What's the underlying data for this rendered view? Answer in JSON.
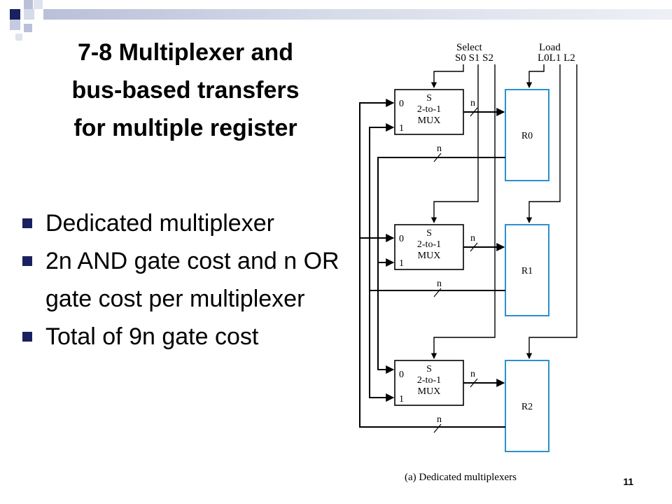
{
  "slide": {
    "title_lines": [
      "7-8 Multiplexer and",
      "bus-based transfers",
      " for multiple register"
    ],
    "bullets": [
      "Dedicated multiplexer",
      "2n AND gate cost and n OR gate cost per multiplexer",
      "Total of 9n gate cost"
    ],
    "page_number": "11"
  },
  "diagram": {
    "select_label": "Select",
    "select_signals": "S0 S1  S2",
    "load_label": "Load",
    "load_signals": "L0L1 L2",
    "mux_select": "S",
    "mux_type": "2-to-1",
    "mux_name": "MUX",
    "input_0": "0",
    "input_1": "1",
    "bus_width": "n",
    "registers": [
      "R0",
      "R1",
      "R2"
    ],
    "caption": "(a) Dedicated multiplexers"
  },
  "colors": {
    "register_border": "#2e8fd0",
    "bullet": "#1a2160",
    "accent_dark": "#1a2160"
  }
}
